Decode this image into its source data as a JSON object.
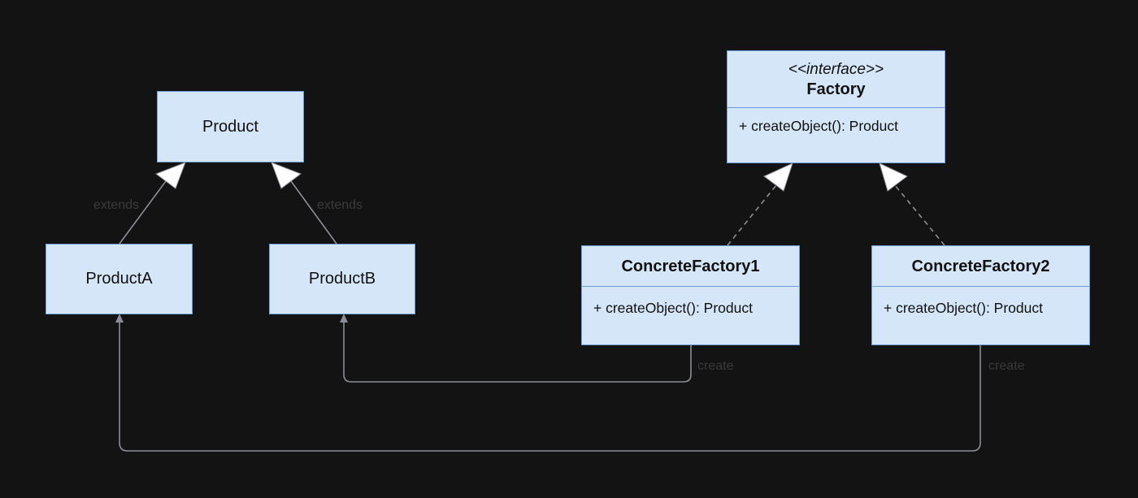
{
  "product": {
    "name": "Product"
  },
  "product_a": {
    "name": "ProductA"
  },
  "product_b": {
    "name": "ProductB"
  },
  "factory": {
    "stereotype": "<<interface>>",
    "name": "Factory",
    "method": "+ createObject(): Product"
  },
  "concrete_factory_1": {
    "name": "ConcreteFactory1",
    "method": "+ createObject(): Product"
  },
  "concrete_factory_2": {
    "name": "ConcreteFactory2",
    "method": "+ createObject(): Product"
  },
  "labels": {
    "extends_a": "extends",
    "extends_b": "extends",
    "create_1": "create",
    "create_2": "create"
  },
  "colors": {
    "background": "#131314",
    "box_fill": "#d5e6f9",
    "box_border": "#6f9fd6",
    "edge": "#8a8e97",
    "label_text": "#3a3a3c"
  }
}
